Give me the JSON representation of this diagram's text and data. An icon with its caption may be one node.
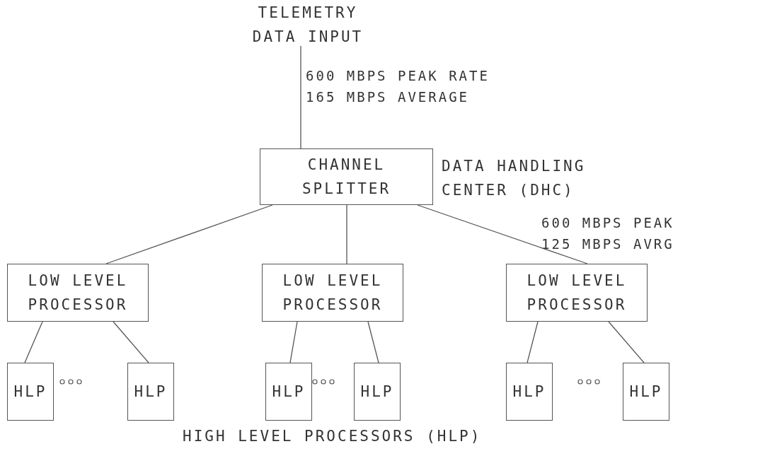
{
  "diagram": {
    "nodes": [
      {
        "text": [
          "TELEMETRY DATA INPUT"
        ]
      },
      {
        "text": [
          "CHANNEL SPLITTER"
        ],
        "beside": [
          "DATA HANDLING CENTER (DHC)"
        ]
      },
      {
        "text": [
          "LOW LEVEL PROCESSOR"
        ]
      },
      {
        "text": [
          "LOW LEVEL PROCESSOR"
        ]
      },
      {
        "text": [
          "LOW LEVEL PROCESSOR"
        ]
      },
      {
        "text": [
          "HLP"
        ]
      },
      {
        "text": [
          "HLP"
        ]
      },
      {
        "text": [
          "HLP"
        ]
      },
      {
        "text": [
          "HLP"
        ]
      },
      {
        "text": [
          "HLP"
        ]
      },
      {
        "text": [
          "HLP"
        ]
      }
    ],
    "edges": [
      {
        "from": 0,
        "to": 1,
        "arrow": "none",
        "label": "600 MBPS PEAK RATE 165 MBPS AVERAGE"
      },
      {
        "from": 1,
        "to": 2,
        "arrow": "none"
      },
      {
        "from": 1,
        "to": 3,
        "arrow": "none"
      },
      {
        "from": 1,
        "to": 4,
        "arrow": "none",
        "label": "600 MBPS PEAK 125 MBPS AVRG"
      },
      {
        "from": 2,
        "to": 5,
        "arrow": "none"
      },
      {
        "from": 2,
        "to": 6,
        "arrow": "none"
      },
      {
        "from": 3,
        "to": 7,
        "arrow": "none"
      },
      {
        "from": 3,
        "to": 8,
        "arrow": "none"
      },
      {
        "from": 4,
        "to": 9,
        "arrow": "none"
      },
      {
        "from": 4,
        "to": 10,
        "arrow": "none"
      }
    ],
    "labels": [
      "HIGH LEVEL PROCESSORS (HLP)"
    ]
  }
}
